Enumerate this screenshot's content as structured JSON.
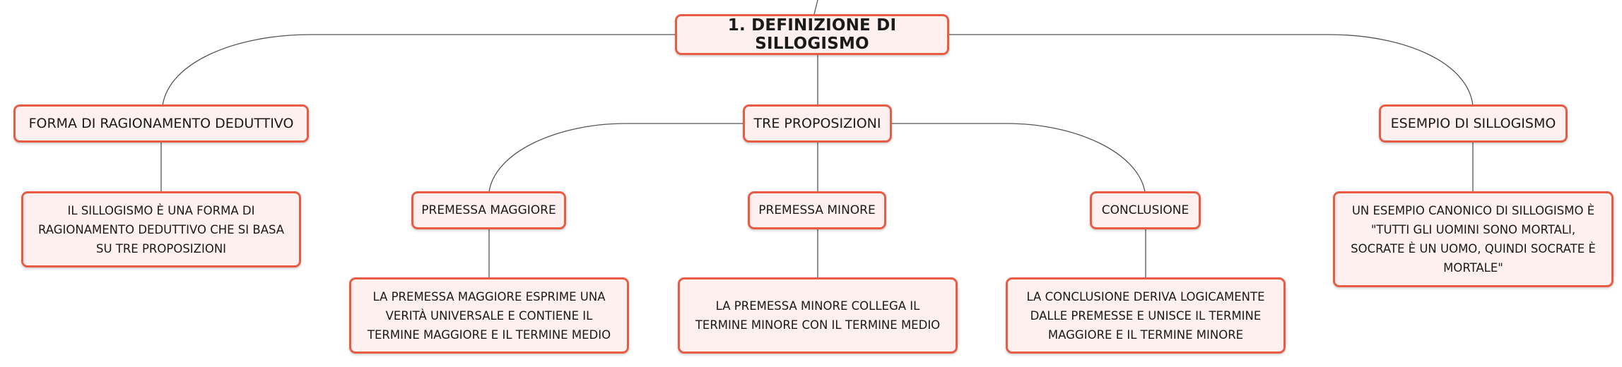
{
  "colors": {
    "border": "#ea5b44",
    "fill": "#fdf0ee",
    "line": "#555555"
  },
  "root": {
    "label": "1. DEFINIZIONE DI SILLOGISMO"
  },
  "branches": {
    "forma": {
      "label": "FORMA DI RAGIONAMENTO DEDUTTIVO",
      "detail": "IL SILLOGISMO È UNA FORMA DI RAGIONAMENTO DEDUTTIVO CHE SI BASA SU TRE PROPOSIZIONI"
    },
    "tre": {
      "label": "TRE PROPOSIZIONI",
      "children": {
        "maggiore": {
          "label": "PREMESSA MAGGIORE",
          "detail": "LA PREMESSA MAGGIORE ESPRIME UNA VERITÀ UNIVERSALE E CONTIENE IL TERMINE MAGGIORE E IL TERMINE MEDIO"
        },
        "minore": {
          "label": "PREMESSA MINORE",
          "detail": "LA PREMESSA MINORE COLLEGA IL TERMINE MINORE CON IL TERMINE MEDIO"
        },
        "conclusione": {
          "label": "CONCLUSIONE",
          "detail": "LA CONCLUSIONE DERIVA LOGICAMENTE DALLE PREMESSE E UNISCE IL TERMINE MAGGIORE E IL TERMINE MINORE"
        }
      }
    },
    "esempio": {
      "label": "ESEMPIO DI SILLOGISMO",
      "detail": "UN ESEMPIO CANONICO DI SILLOGISMO È \"TUTTI GLI UOMINI SONO MORTALI, SOCRATE È UN UOMO, QUINDI SOCRATE È MORTALE\""
    }
  }
}
